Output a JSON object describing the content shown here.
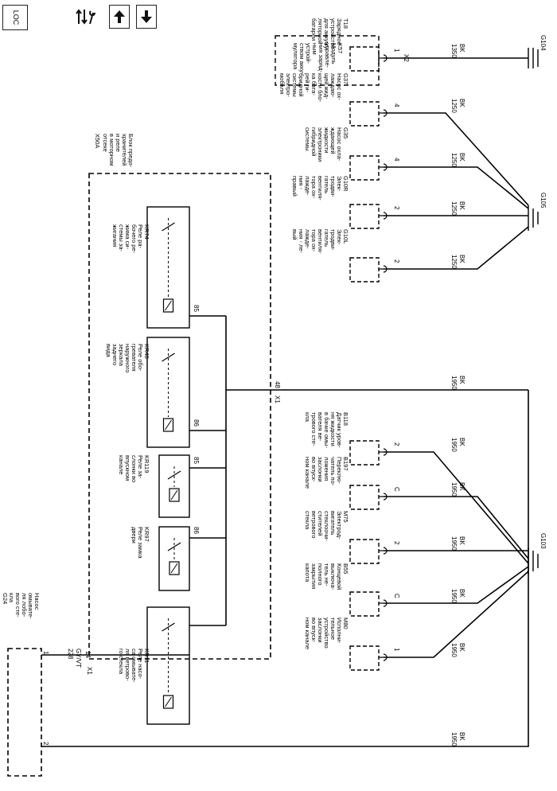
{
  "toolbar": {
    "location_button": "LOC",
    "buttons": [
      {
        "name": "wiring-tools-button",
        "icon": "arrows-wrench-icon"
      },
      {
        "name": "previous-page-button",
        "icon": "arrow-up-icon"
      },
      {
        "name": "next-page-button",
        "icon": "arrow-down-icon"
      }
    ]
  },
  "connector_x1": "X1",
  "connector_x2": "X2",
  "harness": {
    "id": "X50A",
    "lines": [
      "Блок предо-",
      "хранителей",
      "и реле",
      "в моторном",
      "отсеке"
    ]
  },
  "pump_g24": {
    "id": "G24",
    "lines": [
      "Насос",
      "омывате-",
      "ля лобо-",
      "вого сте-",
      "кла"
    ],
    "pins": [
      "1",
      "2"
    ]
  },
  "wire_228": {
    "size": "228",
    "color": "GY/VT",
    "pin": "14"
  },
  "relays": [
    {
      "id": "KR11",
      "lines": [
        "Реле насо-",
        "са омывате-",
        "ля ветрово-",
        "го стекла"
      ],
      "pin": ""
    },
    {
      "id": "KR97",
      "lines": [
        "Реле замка",
        "двери"
      ],
      "pin": "86"
    },
    {
      "id": "KR119",
      "lines": [
        "Реле за-",
        "слонки во",
        "впускном",
        "канале"
      ],
      "pin": "85"
    },
    {
      "id": "KR48",
      "lines": [
        "Реле обо-",
        "гревателя",
        "наружного",
        "зеркала",
        "заднего",
        "вида"
      ],
      "pin": "86"
    },
    {
      "id": "KR74",
      "lines": [
        "Реле ра-",
        "бочего ре-",
        "жима си-",
        "стемы за-",
        "жигания"
      ],
      "pin": "85"
    }
  ],
  "x1_pin_48": "48",
  "upper_components": [
    {
      "id": "T18",
      "lines": [
        "Зарядное",
        "устройство",
        "для аккуму-",
        "ляторной",
        "батареи"
      ],
      "sub_id": "K57",
      "sub_lines": [
        "Модуль",
        "управле-",
        "ния заряд-",
        "ным",
        "устрой-",
        "ством акку-",
        "мулятора"
      ],
      "pin": "1",
      "wire": "1350",
      "color": "BK"
    },
    {
      "id": "G37",
      "lines": [
        "Насос ох-",
        "лаждаю-",
        "щей жид-",
        "кости бло-",
        "ка бата-",
        "рей ги-",
        "бридной",
        "системы",
        "электро-",
        "мобиля"
      ],
      "pin": "4",
      "wire": "1250",
      "color": "BK"
    },
    {
      "id": "G35",
      "lines": [
        "Насос охла-",
        "ждающей",
        "жидкости",
        "электроники",
        "гибридной",
        "системы"
      ],
      "pin": "4",
      "wire": "1250",
      "color": "BK"
    },
    {
      "id": "G10R",
      "lines": [
        "Элек-",
        "тродви-",
        "гатель",
        "вентиля-",
        "тора ох-",
        "лажде-",
        "ния -",
        "правый"
      ],
      "pin": "2",
      "wire": "1250",
      "color": "BK"
    },
    {
      "id": "G10L",
      "lines": [
        "Элек-",
        "тродви-",
        "гатель",
        "вентиля-",
        "тора ох-",
        "лажде-",
        "ния - ле-",
        "вый"
      ],
      "pin": "2",
      "wire": "1250",
      "color": "BK"
    }
  ],
  "main_wire": {
    "size": "1950",
    "color": "BK"
  },
  "lower_components": [
    {
      "id": "B118",
      "lines": [
        "Датчик уров-",
        "ня жидкости",
        "в бачке омы-",
        "вателя ве-",
        "трового сте-",
        "кла"
      ],
      "pin": "2",
      "wire": "1950",
      "color": "BK"
    },
    {
      "id": "B197",
      "lines": [
        "Переклю-",
        "чатель по-",
        "ложения",
        "заслонки",
        "во впуск-",
        "ном канале"
      ],
      "pin": "C",
      "wire": "1950",
      "color": "BK"
    },
    {
      "id": "M75",
      "lines": [
        "Электрод-",
        "вигатель",
        "стеклоочи-",
        "стителей",
        "ветрового",
        "стекла"
      ],
      "pin": "2",
      "wire": "1950",
      "color": "BK"
    },
    {
      "id": "B55",
      "lines": [
        "Концевой",
        "выключа-",
        "тель не-",
        "полного",
        "закрытия",
        "капота"
      ],
      "pin": "C",
      "wire": "1950",
      "color": "BK"
    },
    {
      "id": "M80",
      "lines": [
        "Исполни-",
        "тельное",
        "устройство",
        "заслонки",
        "во впуск-",
        "ном канале"
      ],
      "pin": "1",
      "wire": "1950",
      "color": "BK"
    }
  ],
  "bottom_wire": {
    "size": "1950",
    "color": "BK"
  },
  "grounds": [
    "G104",
    "G105",
    "G103"
  ]
}
